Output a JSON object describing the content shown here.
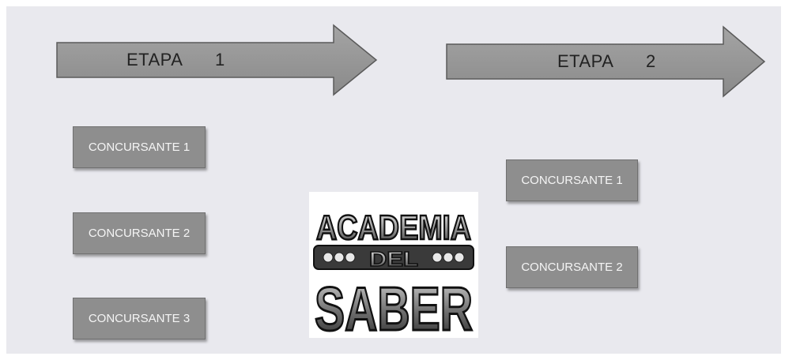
{
  "diagram": {
    "stages": [
      {
        "label": "ETAPA",
        "number": "1"
      },
      {
        "label": "ETAPA",
        "number": "2"
      }
    ],
    "stage1_contestants": [
      "CONCURSANTE 1",
      "CONCURSANTE 2",
      "CONCURSANTE 3"
    ],
    "stage2_contestants": [
      "CONCURSANTE 1",
      "CONCURSANTE 2"
    ],
    "logo": {
      "line1": "ACADEMIA",
      "line2": "DEL",
      "line3": "SABER"
    }
  }
}
